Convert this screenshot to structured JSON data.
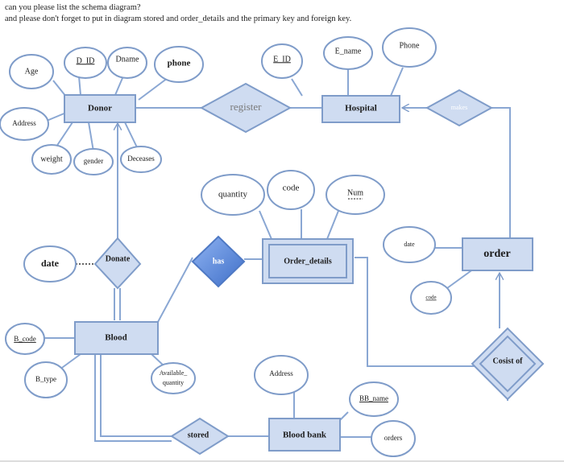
{
  "question": {
    "line1": "can you please list the schema diagram?",
    "line2": "and please don't forget to put in diagram stored and order_details and the primary key and foreign key."
  },
  "colors": {
    "entity_fill": "#cfdcf1",
    "entity_stroke": "#7f9cc9",
    "line": "#8aa7d3",
    "diamond_fill": "#cfdcf1",
    "has_fill": "#5e8ee0"
  },
  "entities": {
    "donor": "Donor",
    "hospital": "Hospital",
    "order": "order",
    "order_details": "Order_details",
    "blood": "Blood",
    "blood_bank": "Blood bank"
  },
  "relationships": {
    "register": "register",
    "makes": "makes",
    "donate": "Donate",
    "has": "has",
    "stored": "stored",
    "cosist_of": "Cosist of"
  },
  "attributes": {
    "donor_id": "D_ID",
    "dname": "Dname",
    "phone_donor": "phone",
    "age": "Age",
    "address_donor": "Address",
    "weight": "weight",
    "gender": "gender",
    "deceases": "Deceases",
    "e_id": "E_ID",
    "e_name": "E_name",
    "phone_hospital": "Phone",
    "quantity": "quantity",
    "code_od": "code",
    "num": "Num",
    "date_order": "date",
    "code_order": "code",
    "date_donate": "date",
    "b_code": "B_code",
    "b_type": "B_type",
    "available_quantity_1": "Available_",
    "available_quantity_2": "quantity",
    "address_bank": "Address",
    "bb_name": "BB_name",
    "orders": "orders"
  }
}
